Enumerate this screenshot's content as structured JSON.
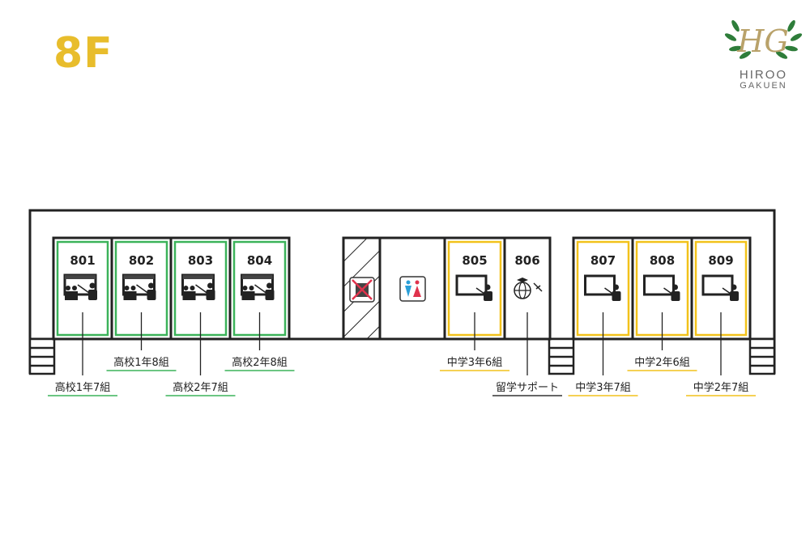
{
  "floor_label": "8F",
  "logo": {
    "mark": "HG",
    "line1": "HIROO",
    "line2": "GAKUEN"
  },
  "colors": {
    "high_school": "#3cb35a",
    "junior_high": "#f2c21b",
    "other": "#333333",
    "wall": "#222222"
  },
  "rooms": [
    {
      "number": "801",
      "label": "高校1年7組",
      "type": "high_school",
      "icon": "classroom-students-icon",
      "row": 2
    },
    {
      "number": "802",
      "label": "高校1年8組",
      "type": "high_school",
      "icon": "classroom-students-icon",
      "row": 1
    },
    {
      "number": "803",
      "label": "高校2年7組",
      "type": "high_school",
      "icon": "classroom-students-icon",
      "row": 2
    },
    {
      "number": "804",
      "label": "高校2年8組",
      "type": "high_school",
      "icon": "classroom-students-icon",
      "row": 1
    },
    {
      "number": "805",
      "label": "中学3年6組",
      "type": "junior_high",
      "icon": "teacher-board-icon",
      "row": 1
    },
    {
      "number": "806",
      "label": "留学サポート",
      "type": "other",
      "icon": "globe-plane-icon",
      "row": 2
    },
    {
      "number": "807",
      "label": "中学3年7組",
      "type": "junior_high",
      "icon": "teacher-board-icon",
      "row": 2
    },
    {
      "number": "808",
      "label": "中学2年6組",
      "type": "junior_high",
      "icon": "teacher-board-icon",
      "row": 1
    },
    {
      "number": "809",
      "label": "中学2年7組",
      "type": "junior_high",
      "icon": "teacher-board-icon",
      "row": 2
    }
  ],
  "facilities": [
    {
      "name": "elevator-disabled",
      "icon": "elevator-unavailable-icon"
    },
    {
      "name": "restroom",
      "icon": "restroom-icon"
    }
  ]
}
